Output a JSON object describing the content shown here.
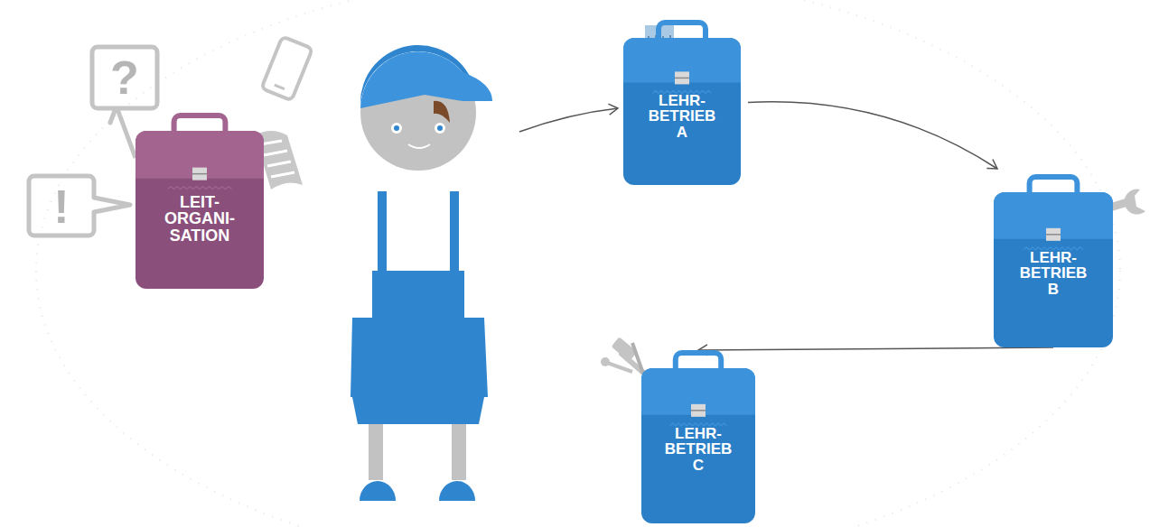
{
  "diagram": {
    "nodes": [
      {
        "text": [
          "LEIT- ORGANI- SATION"
        ]
      },
      {
        "text": [
          "LEHR- BETRIEB A"
        ]
      },
      {
        "text": [
          "LEHR- BETRIEB B"
        ]
      },
      {
        "text": [
          "LEHR- BETRIEB C"
        ]
      }
    ],
    "edges": [
      {
        "from": 1,
        "to": 2,
        "arrow": "to"
      },
      {
        "from": 2,
        "to": 3,
        "arrow": "to"
      }
    ],
    "labels": [
      "?",
      "!"
    ]
  }
}
